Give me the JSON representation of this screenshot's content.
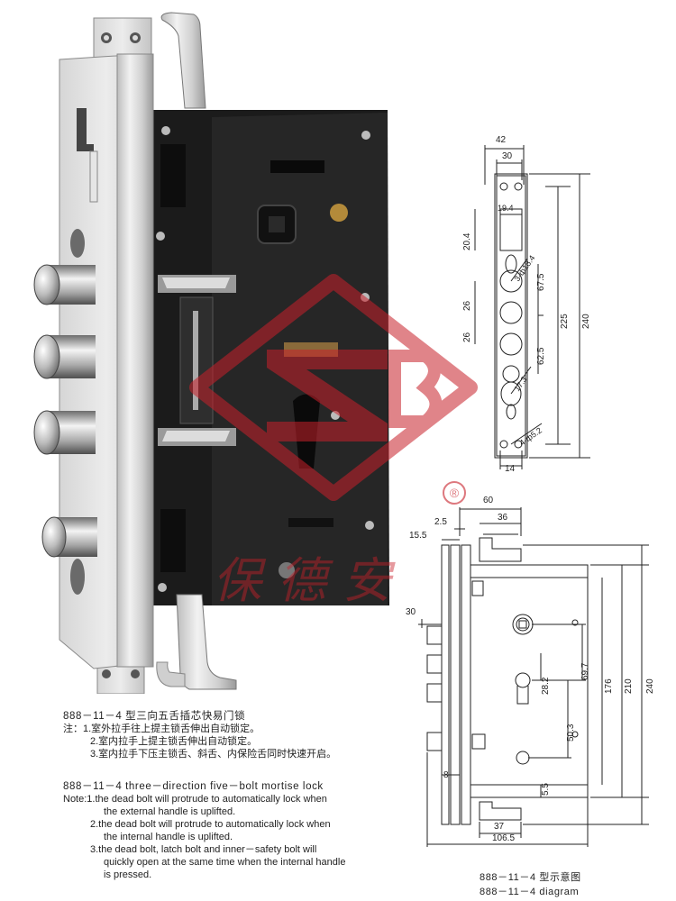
{
  "product": {
    "watermark_brand_cn": "保德安",
    "registered_mark": "®"
  },
  "top_diagram": {
    "dims": {
      "d42": "42",
      "d30": "30",
      "d19_4": "19.4",
      "d20_4": "20.4",
      "d3_18_4": "3-ф18.4",
      "d67_5": "67.5",
      "d26a": "26",
      "d26b": "26",
      "d225": "225",
      "d240": "240",
      "d62_5": "62.5",
      "d17_3": "17.3",
      "d4_5_2": "4-ф5.2",
      "d14": "14"
    }
  },
  "side_diagram": {
    "dims": {
      "d60": "60",
      "d2_5": "2.5",
      "d36": "36",
      "d15_5": "15.5",
      "d30": "30",
      "d69_7": "69.7",
      "d176": "176",
      "d210": "210",
      "d240": "240",
      "d28_2": "28.2",
      "d50_3": "50.3",
      "d8": "8",
      "d5_5": "5.5",
      "d37": "37",
      "d106_5": "106.5"
    },
    "caption_cn": "888－11－4 型示意图",
    "caption_en": "888－11－4 diagram"
  },
  "notes_cn": {
    "title": "888－11－4 型三向五舌插芯快易门锁",
    "line1": "注：1.室外拉手往上提主锁舌伸出自动锁定。",
    "line2": "2.室内拉手上提主锁舌伸出自动锁定。",
    "line3": "3.室内拉手下压主锁舌、斜舌、内保险舌同时快速开启。"
  },
  "notes_en": {
    "title": "888－11－4 three－direction five－bolt mortise lock",
    "n1a": "Note:1.the dead bolt will protrude to automatically lock when",
    "n1b": "the external handle is uplifted.",
    "n2a": "2.the dead bolt will protrude to automatically lock when",
    "n2b": "the internal handle is uplifted.",
    "n3a": "3.the dead bolt, latch bolt and inner－safety bolt will",
    "n3b": "quickly open at the same time when the internal handle",
    "n3c": "is pressed."
  },
  "colors": {
    "watermark": "#c8202a",
    "steel_light": "#e4e4e4",
    "steel_dark": "#8c8c8c",
    "lockbody": "#1e1e1e",
    "line": "#222222"
  }
}
